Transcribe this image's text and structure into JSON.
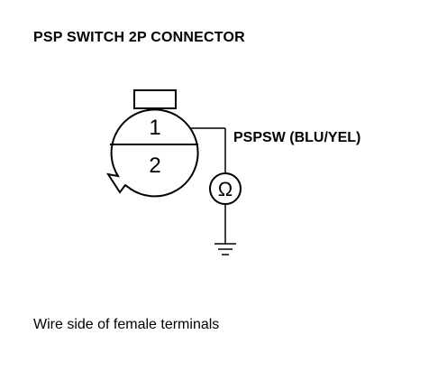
{
  "title": "PSP SWITCH 2P CONNECTOR",
  "connector": {
    "pins": [
      "1",
      "2"
    ]
  },
  "wire_label": "PSPSW (BLU/YEL)",
  "meter_symbol": "Ω",
  "ground_symbol": "ground-icon",
  "caption": "Wire side of female terminals",
  "colors": {
    "line": "#000000",
    "background": "#ffffff"
  }
}
